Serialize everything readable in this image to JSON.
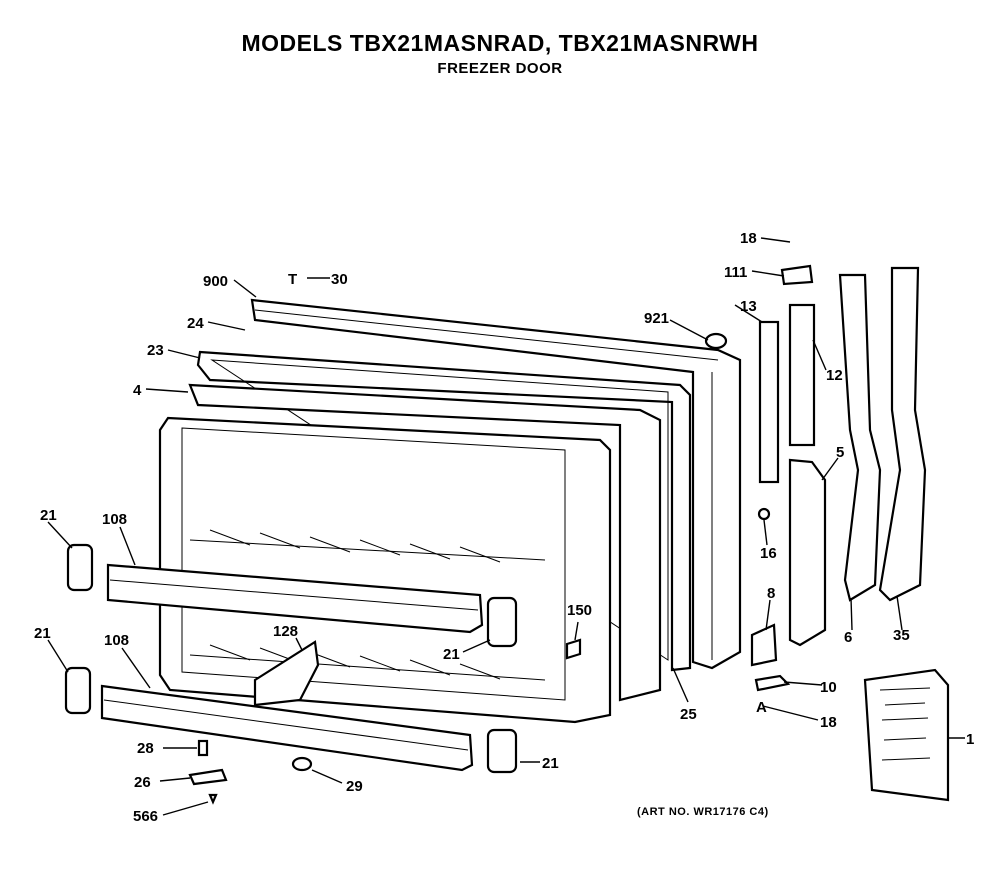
{
  "header": {
    "title": "MODELS TBX21MASNRAD, TBX21MASNRWH",
    "subtitle": "FREEZER DOOR"
  },
  "art_number": "(ART NO. WR17176 C4)",
  "callouts": {
    "c900": "900",
    "c30": "30",
    "c24": "24",
    "c23": "23",
    "c4": "4",
    "c921": "921",
    "c18a": "18",
    "c111": "111",
    "c13": "13",
    "c12": "12",
    "c5": "5",
    "c16": "16",
    "c6": "6",
    "c35": "35",
    "c8": "8",
    "c10": "10",
    "c18b": "18",
    "c1": "1",
    "c21a": "21",
    "c108a": "108",
    "c21b": "21",
    "c108b": "108",
    "c128": "128",
    "c21c": "21",
    "c150": "150",
    "c25": "25",
    "c28": "28",
    "c26": "26",
    "c566": "566",
    "c29": "29",
    "c21d": "21"
  }
}
